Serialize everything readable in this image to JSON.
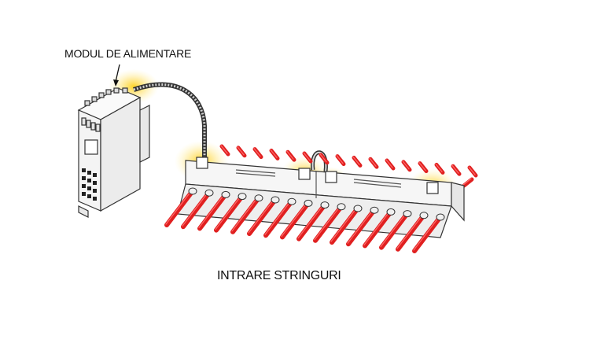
{
  "labels": {
    "power_module": "MODUL DE ALIMENTARE",
    "string_inputs": "INTRARE STRINGURI"
  },
  "colors": {
    "string_cable": "#e02020",
    "string_cable_highlight": "#ff6a6a",
    "connection_glow": "#ffd21a",
    "outline": "#333333",
    "body_fill": "#f4f4f4"
  },
  "diagram": {
    "string_input_count": 16,
    "highlighted_connections": 5
  }
}
